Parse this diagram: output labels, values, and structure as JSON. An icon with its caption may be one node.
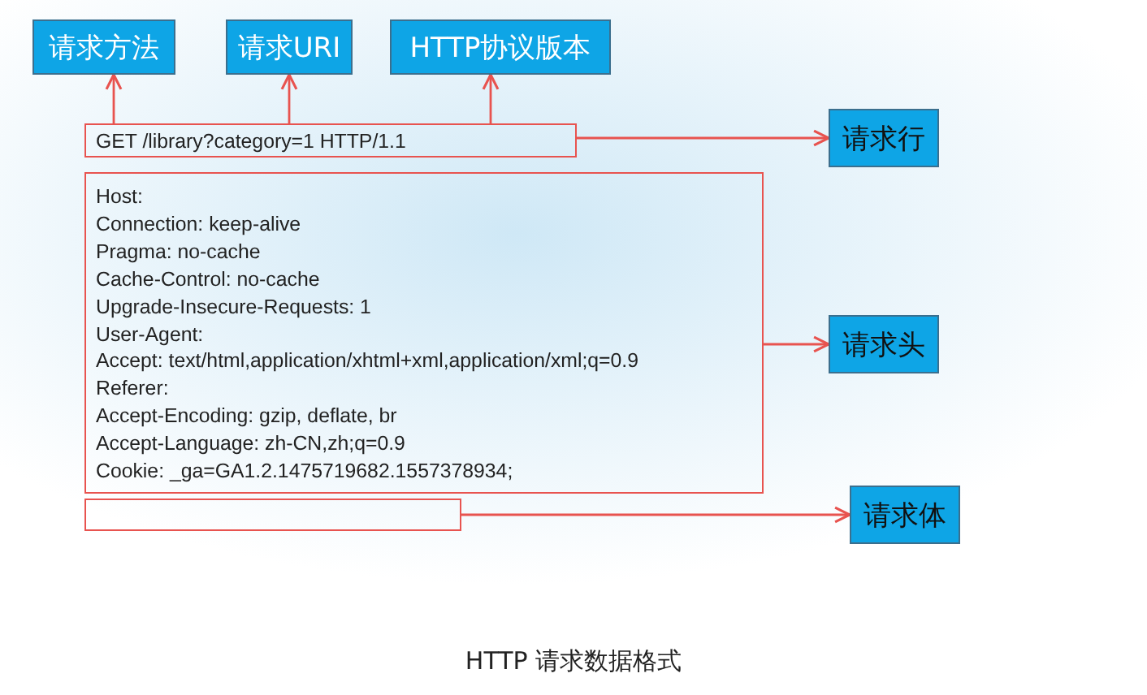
{
  "diagram": {
    "caption": "HTTP 请求数据格式",
    "nodes": [
      {
        "text": [
          "请求方法"
        ]
      },
      {
        "text": [
          "请求URI"
        ]
      },
      {
        "text": [
          "HTTP协议版本"
        ]
      },
      {
        "text": [
          "GET /library?category=1 HTTP/1.1"
        ]
      },
      {
        "text": [
          "Host:",
          "Connection: keep-alive",
          "Pragma: no-cache",
          "Cache-Control: no-cache",
          "Upgrade-Insecure-Requests: 1",
          "User-Agent:",
          "Accept: text/html,application/xhtml+xml,application/xml;q=0.9",
          "Referer:",
          "Accept-Encoding: gzip, deflate, br",
          "Accept-Language: zh-CN,zh;q=0.9",
          "Cookie: _ga=GA1.2.1475719682.1557378934;"
        ]
      },
      {
        "text": [],
        "shape": "box"
      },
      {
        "text": [
          "请求行"
        ]
      },
      {
        "text": [
          "请求头"
        ]
      },
      {
        "text": [
          "请求体"
        ]
      }
    ],
    "edges": [
      {
        "from": 3,
        "to": 0,
        "arrow": "to"
      },
      {
        "from": 3,
        "to": 1,
        "arrow": "to"
      },
      {
        "from": 3,
        "to": 2,
        "arrow": "to"
      },
      {
        "from": 3,
        "to": 6,
        "arrow": "to"
      },
      {
        "from": 4,
        "to": 7,
        "arrow": "to"
      },
      {
        "from": 5,
        "to": 8,
        "arrow": "to"
      }
    ]
  }
}
